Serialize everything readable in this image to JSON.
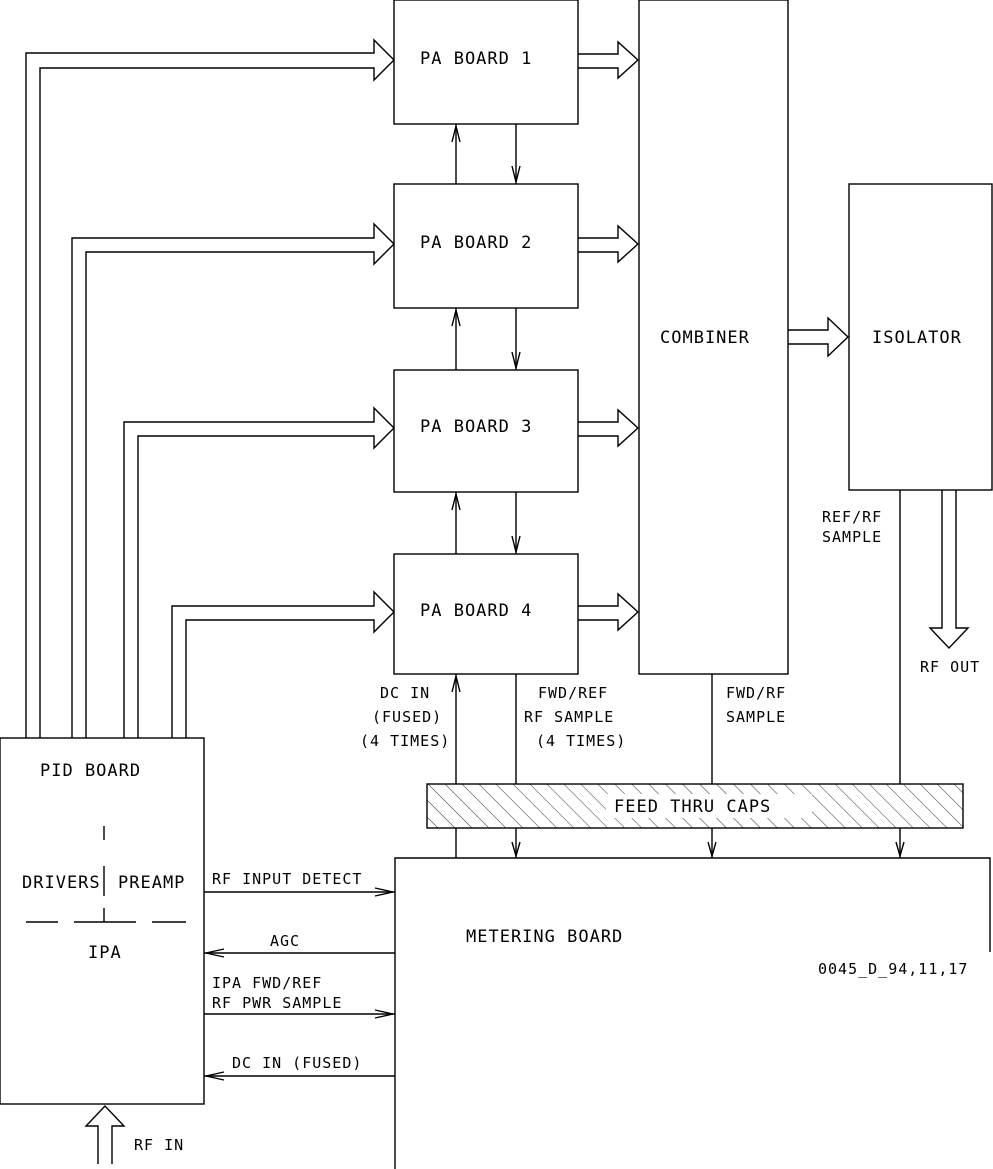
{
  "blocks": {
    "pa_boards": [
      "PA BOARD 1",
      "PA BOARD 2",
      "PA BOARD 3",
      "PA BOARD 4"
    ],
    "combiner": "COMBINER",
    "isolator": "ISOLATOR",
    "pid_board": "PID BOARD",
    "drivers": "DRIVERS",
    "preamp": "PREAMP",
    "ipa": "IPA",
    "feed_thru": "FEED THRU CAPS",
    "metering": "METERING BOARD"
  },
  "labels": {
    "dc_in_line1": "DC IN",
    "dc_in_line2": "(FUSED)",
    "dc_in_line3": "(4 TIMES)",
    "fwd_ref_line1": "FWD/REF",
    "fwd_ref_line2": "RF SAMPLE",
    "fwd_ref_line3": "(4 TIMES)",
    "comb_sample_line1": "FWD/RF",
    "comb_sample_line2": "SAMPLE",
    "iso_sample_line1": "REF/RF",
    "iso_sample_line2": "SAMPLE",
    "rf_out": "RF OUT",
    "rf_in": "RF IN",
    "rf_input_detect": "RF INPUT DETECT",
    "agc": "AGC",
    "ipa_fwd_ref_line1": "IPA FWD/REF",
    "ipa_fwd_ref_line2": "RF PWR SAMPLE",
    "dc_in_fused": "DC IN (FUSED)",
    "drawing_id": "0045_D_94,11,17"
  },
  "colors": {
    "ink": "#000000",
    "paper": "#ffffff"
  }
}
